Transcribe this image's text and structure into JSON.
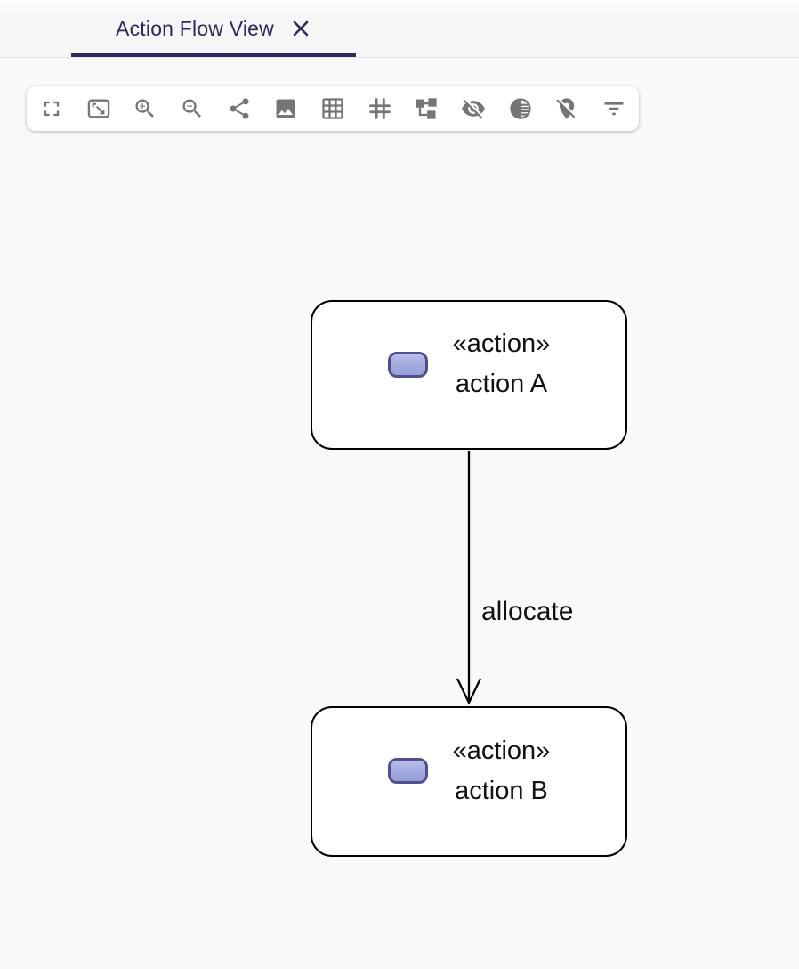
{
  "tab_bar": {
    "tab": {
      "label": "Action Flow View",
      "close_icon": "close-icon",
      "active": true
    },
    "accent_color": "#2e2760"
  },
  "toolbar": {
    "icon_color": "#757575",
    "buttons": [
      {
        "name": "fullscreen",
        "icon": "fullscreen-icon"
      },
      {
        "name": "fit-to-screen",
        "icon": "fit-screen-icon"
      },
      {
        "name": "zoom-in",
        "icon": "zoom-in-icon"
      },
      {
        "name": "zoom-out",
        "icon": "zoom-out-icon"
      },
      {
        "name": "share",
        "icon": "share-icon"
      },
      {
        "name": "export-image",
        "icon": "image-icon"
      },
      {
        "name": "toggle-grid",
        "icon": "grid-icon"
      },
      {
        "name": "helper-lines",
        "icon": "hash-grid-icon"
      },
      {
        "name": "arrange-all",
        "icon": "schema-icon"
      },
      {
        "name": "reveal-hidden-elements",
        "icon": "visibility-off-icon"
      },
      {
        "name": "reveal-faded-elements",
        "icon": "tonality-icon"
      },
      {
        "name": "unpin-all-elements",
        "icon": "pin-off-icon"
      },
      {
        "name": "filter-elements",
        "icon": "filter-icon"
      }
    ]
  },
  "diagram": {
    "nodes": [
      {
        "id": "action-a",
        "stereotype": "«action»",
        "name": "action A",
        "icon": "action-pill-icon"
      },
      {
        "id": "action-b",
        "stereotype": "«action»",
        "name": "action B",
        "icon": "action-pill-icon"
      }
    ],
    "edges": [
      {
        "source": "action-a",
        "target": "action-b",
        "label": "allocate"
      }
    ],
    "node_fill": "#ffffff",
    "node_border_color": "#000000",
    "action_icon_fill": "#a6ace1",
    "action_icon_border": "#514f90",
    "edge_color": "#000000"
  }
}
